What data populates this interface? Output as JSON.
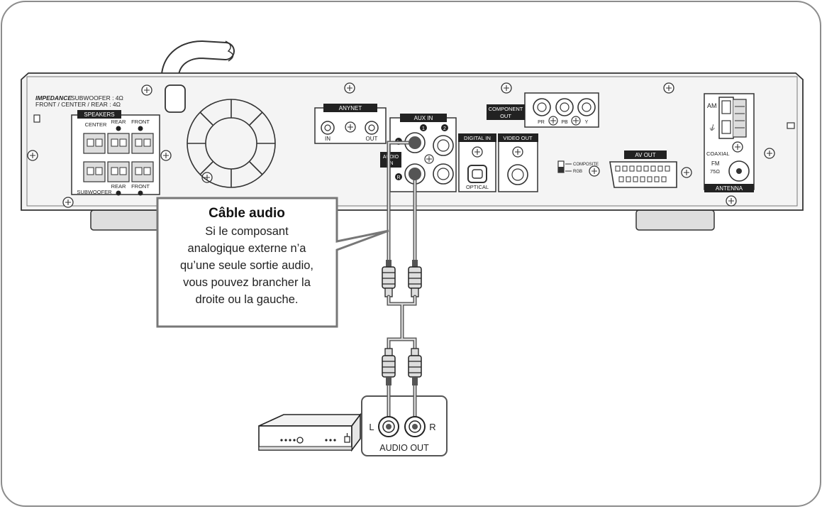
{
  "panel": {
    "impedance": "IMPEDANCE",
    "impedance_subwoofer": "SUBWOOFER : 4Ω",
    "impedance_front": "FRONT / CENTER / REAR : 4Ω",
    "speakers": "SPEAKERS",
    "center": "CENTER",
    "rear": "REAR",
    "front": "FRONT",
    "subwoofer": "SUBWOOFER",
    "anynet": "ANYNET",
    "in": "IN",
    "out": "OUT",
    "aux_in": "AUX IN",
    "audio_line1": "AUDIO",
    "audio_line2": "IN",
    "digital_in": "DIGITAL IN",
    "optical": "OPTICAL",
    "video_out": "VIDEO OUT",
    "component_line1": "COMPONENT",
    "component_line2": "OUT",
    "pr": "PR",
    "pb": "PB",
    "y": "Y",
    "composite": "COMPOSITE",
    "rgb": "RGB",
    "av_out": "AV OUT",
    "am": "AM",
    "coaxial": "COAXIAL",
    "fm": "FM",
    "fm_ohm": "75Ω",
    "antenna": "ANTENNA"
  },
  "callout": {
    "title": "Câble audio",
    "lines": [
      "Si le composant",
      "analogique externe n’a",
      "qu’une seule sortie audio,",
      "vous pouvez brancher la",
      "droite ou la gauche."
    ]
  },
  "external": {
    "l": "L",
    "r": "R",
    "audio_out": "AUDIO OUT"
  }
}
